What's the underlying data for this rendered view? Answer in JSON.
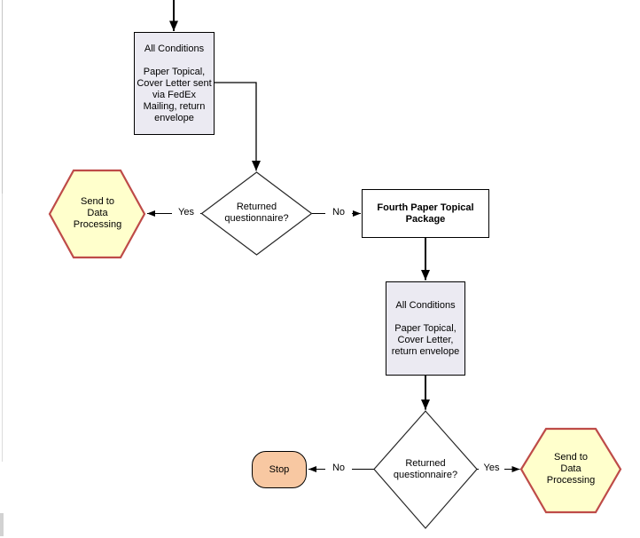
{
  "diagram_type": "flowchart",
  "nodes": {
    "conditions_fedex": "All Conditions\n\nPaper Topical,\nCover Letter sent\nvia FedEx\nMailing, return\nenvelope",
    "decision1": "Returned\nquestionnaire?",
    "send_to_dp1": "Send to\nData\nProcessing",
    "fourth_package": "Fourth Paper Topical\nPackage",
    "conditions_paper": "All Conditions\n\nPaper Topical,\nCover Letter,\nreturn envelope",
    "decision2": "Returned\nquestionnaire?",
    "stop": "Stop",
    "send_to_dp2": "Send to\nData\nProcessing"
  },
  "edges": {
    "d1_yes": "Yes",
    "d1_no": "No",
    "d2_no": "No",
    "d2_yes": "Yes"
  },
  "colors": {
    "canvas_bg": "#ffffff",
    "line": "#000000",
    "process_fill": "#ebeaf2",
    "process_border": "#000000",
    "decision_fill": "#ffffff",
    "decision_border": "#262626",
    "hexagon_fill": "#ffffcc",
    "hexagon_border": "#be4b48",
    "terminator_fill": "#f8c8a2",
    "terminator_border": "#000000"
  }
}
